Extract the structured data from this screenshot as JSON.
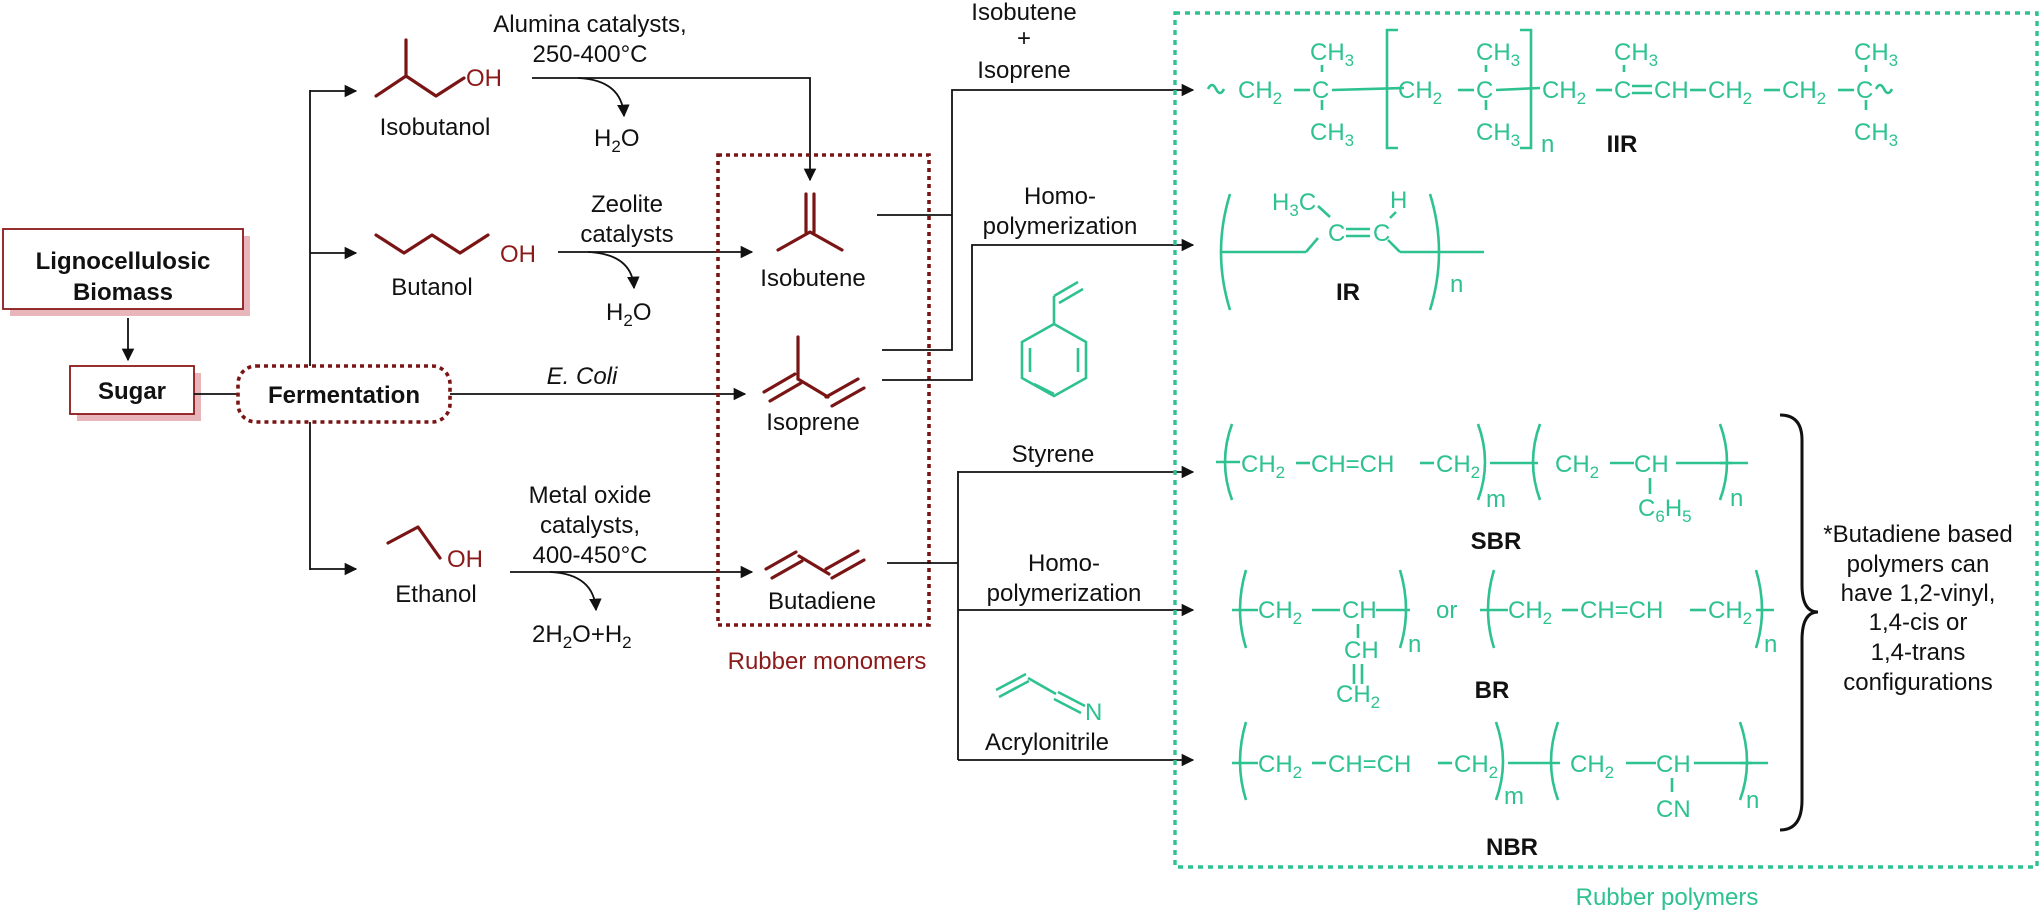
{
  "colors": {
    "monomer": "#8b1a1a",
    "polymer": "#2ec191",
    "box_border": "#8b1a1a",
    "box_shadow": "#e8b5bb",
    "line": "#111111"
  },
  "boxes": {
    "biomass_line1": "Lignocellulosic",
    "biomass_line2": "Biomass",
    "sugar": "Sugar",
    "fermentation": "Fermentation"
  },
  "alcohols": {
    "isobutanol": "Isobutanol",
    "butanol": "Butanol",
    "ethanol": "Ethanol",
    "oh": "OH"
  },
  "conditions": {
    "alumina_1": "Alumina catalysts,",
    "alumina_2": "250-400°C",
    "zeolite_1": "Zeolite",
    "zeolite_2": "catalysts",
    "ecoli": "E. Coli",
    "metal_1": "Metal oxide",
    "metal_2": "catalysts,",
    "metal_3": "400-450°C",
    "h2o": "H",
    "h2o_sub": "2",
    "h2o_o": "O",
    "h2o_b": "H",
    "h2o_b_sub": "2",
    "h2o_b_o": "O",
    "water_h2_a": "2H",
    "water_h2_sub1": "2",
    "water_h2_b": "O+H",
    "water_h2_sub2": "2"
  },
  "monomers": {
    "isobutene": "Isobutene",
    "isoprene": "Isoprene",
    "butadiene": "Butadiene",
    "group_label": "Rubber monomers"
  },
  "comonomers": {
    "styrene": "Styrene",
    "acrylonitrile": "Acrylonitrile",
    "nitrile_n": "N"
  },
  "routes": {
    "copoly_1": "Isobutene",
    "copoly_2": "+",
    "copoly_3": "Isoprene",
    "homo_a_1": "Homo-",
    "homo_a_2": "polymerization",
    "homo_b_1": "Homo-",
    "homo_b_2": "polymerization"
  },
  "polymers": {
    "group_label": "Rubber polymers",
    "iir": "IIR",
    "ir": "IR",
    "sbr": "SBR",
    "br": "BR",
    "nbr": "NBR",
    "or": "or",
    "note_1": "*Butadiene based",
    "note_2": "polymers can",
    "note_3": "have 1,2-vinyl,",
    "note_4": "1,4-cis or",
    "note_5": "1,4-trans",
    "note_6": "configurations"
  },
  "iir_formula": {
    "ch2_1": "CH",
    "c_1": "C",
    "ch3_1a": "CH",
    "ch3_1b": "CH",
    "ch2_2": "CH",
    "c_2": "C",
    "ch3_2a": "CH",
    "ch3_2b": "CH",
    "n": "n",
    "seg3": "CH",
    "seg3b": "C",
    "seg3c": "CH",
    "seg3d": "CH",
    "seg3e": "CH",
    "ch3_3": "CH",
    "c_4": "C",
    "ch3_4a": "CH",
    "ch3_4b": "CH",
    "sub2": "2",
    "sub3": "3"
  },
  "ir_formula": {
    "h3c": "H",
    "h3c_sub": "3",
    "h3c_c": "C",
    "c1": "C",
    "c2": "C",
    "h": "H",
    "n": "n"
  },
  "sbr_formula": {
    "seg1": "CH",
    "seg1b": "CH=CH",
    "seg1c": "CH",
    "m": "m",
    "seg2": "CH",
    "seg2b": "CH",
    "c6h5_c": "C",
    "c6h5_6": "6",
    "c6h5_h": "H",
    "c6h5_5": "5",
    "n": "n",
    "sub2": "2"
  },
  "br_formula": {
    "seg1": "CH",
    "seg1b": "CH",
    "vinyl_ch": "CH",
    "vinyl_ch2": "CH",
    "n1": "n",
    "seg2": "CH",
    "seg2b": "CH=CH",
    "seg2c": "CH",
    "n2": "n",
    "sub2": "2"
  },
  "nbr_formula": {
    "seg1": "CH",
    "seg1b": "CH=CH",
    "seg1c": "CH",
    "m": "m",
    "seg2": "CH",
    "seg2b": "CH",
    "cn": "CN",
    "n": "n",
    "sub2": "2"
  }
}
